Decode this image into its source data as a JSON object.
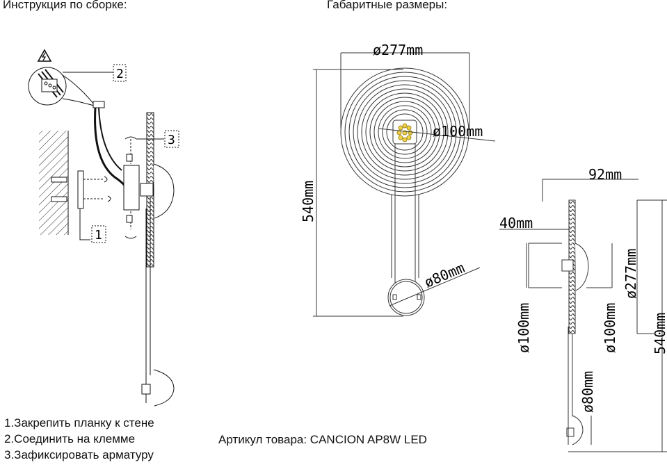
{
  "headings": {
    "assembly": "Инструкция по сборке:",
    "dimensions": "Габаритные размеры:"
  },
  "steps": [
    "1.Закрепить планку к стене",
    "2.Соединить на клемме",
    "3.Зафиксировать арматуру"
  ],
  "article": "Артикул товара: CANCION AP8W LED",
  "callouts": {
    "one": "1",
    "two": "2",
    "three": "3"
  },
  "dims": {
    "front_width": "ø277mm",
    "front_height": "540mm",
    "led_diameter": "ø100mm",
    "small_diameter": "ø80mm",
    "side_depth": "92mm",
    "side_wall": "40mm",
    "side_d100_a": "ø100mm",
    "side_d100_b": "ø100mm",
    "side_d277": "ø277mm",
    "side_height": "540mm",
    "side_d80": "ø80mm"
  }
}
